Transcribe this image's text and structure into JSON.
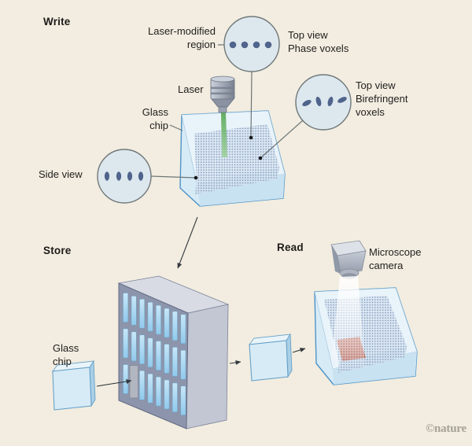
{
  "figure": {
    "credit": "©nature",
    "sections": {
      "write": {
        "title": "Write",
        "labels": {
          "laser_modified_region": "Laser-modified\nregion",
          "top_view_phase": "Top view\nPhase voxels",
          "top_view_birefringent": "Top view\nBirefringent\nvoxels",
          "laser": "Laser",
          "glass_chip": "Glass\nchip",
          "side_view": "Side view"
        },
        "voxel_counts": {
          "phase": 4,
          "birefringent": 4,
          "side_view": 4
        }
      },
      "store": {
        "title": "Store",
        "labels": {
          "glass_chip": "Glass\nchip"
        },
        "rack": {
          "slot_rows": 3,
          "slot_columns": 8,
          "empty_slots": 1
        }
      },
      "read": {
        "title": "Read",
        "labels": {
          "microscope_camera": "Microscope\ncamera"
        }
      }
    },
    "colors": {
      "background": "#f2ede0",
      "text": "#232020",
      "glass_fill": "#d7ebf6",
      "glass_stroke": "#4f93c6",
      "glass_top": "#e9f3fa",
      "glass_wall": "#c9e2f1",
      "grid_base": "#dbe8f3",
      "voxel_dot": "#50648c",
      "circle_fill": "#dde8ee",
      "circle_stroke": "#70787a",
      "laser_green": "#6fbb6f",
      "cabinet_front": "#8c95ab",
      "cabinet_side": "#c3c7d3",
      "cabinet_top": "#d8dbe3",
      "slot_blue": "#a6d6f3",
      "empty_slot": "#b2b6c0",
      "highlight_red": "#c96a55",
      "arrow": "#34393f",
      "credit": "#a5a195"
    }
  }
}
